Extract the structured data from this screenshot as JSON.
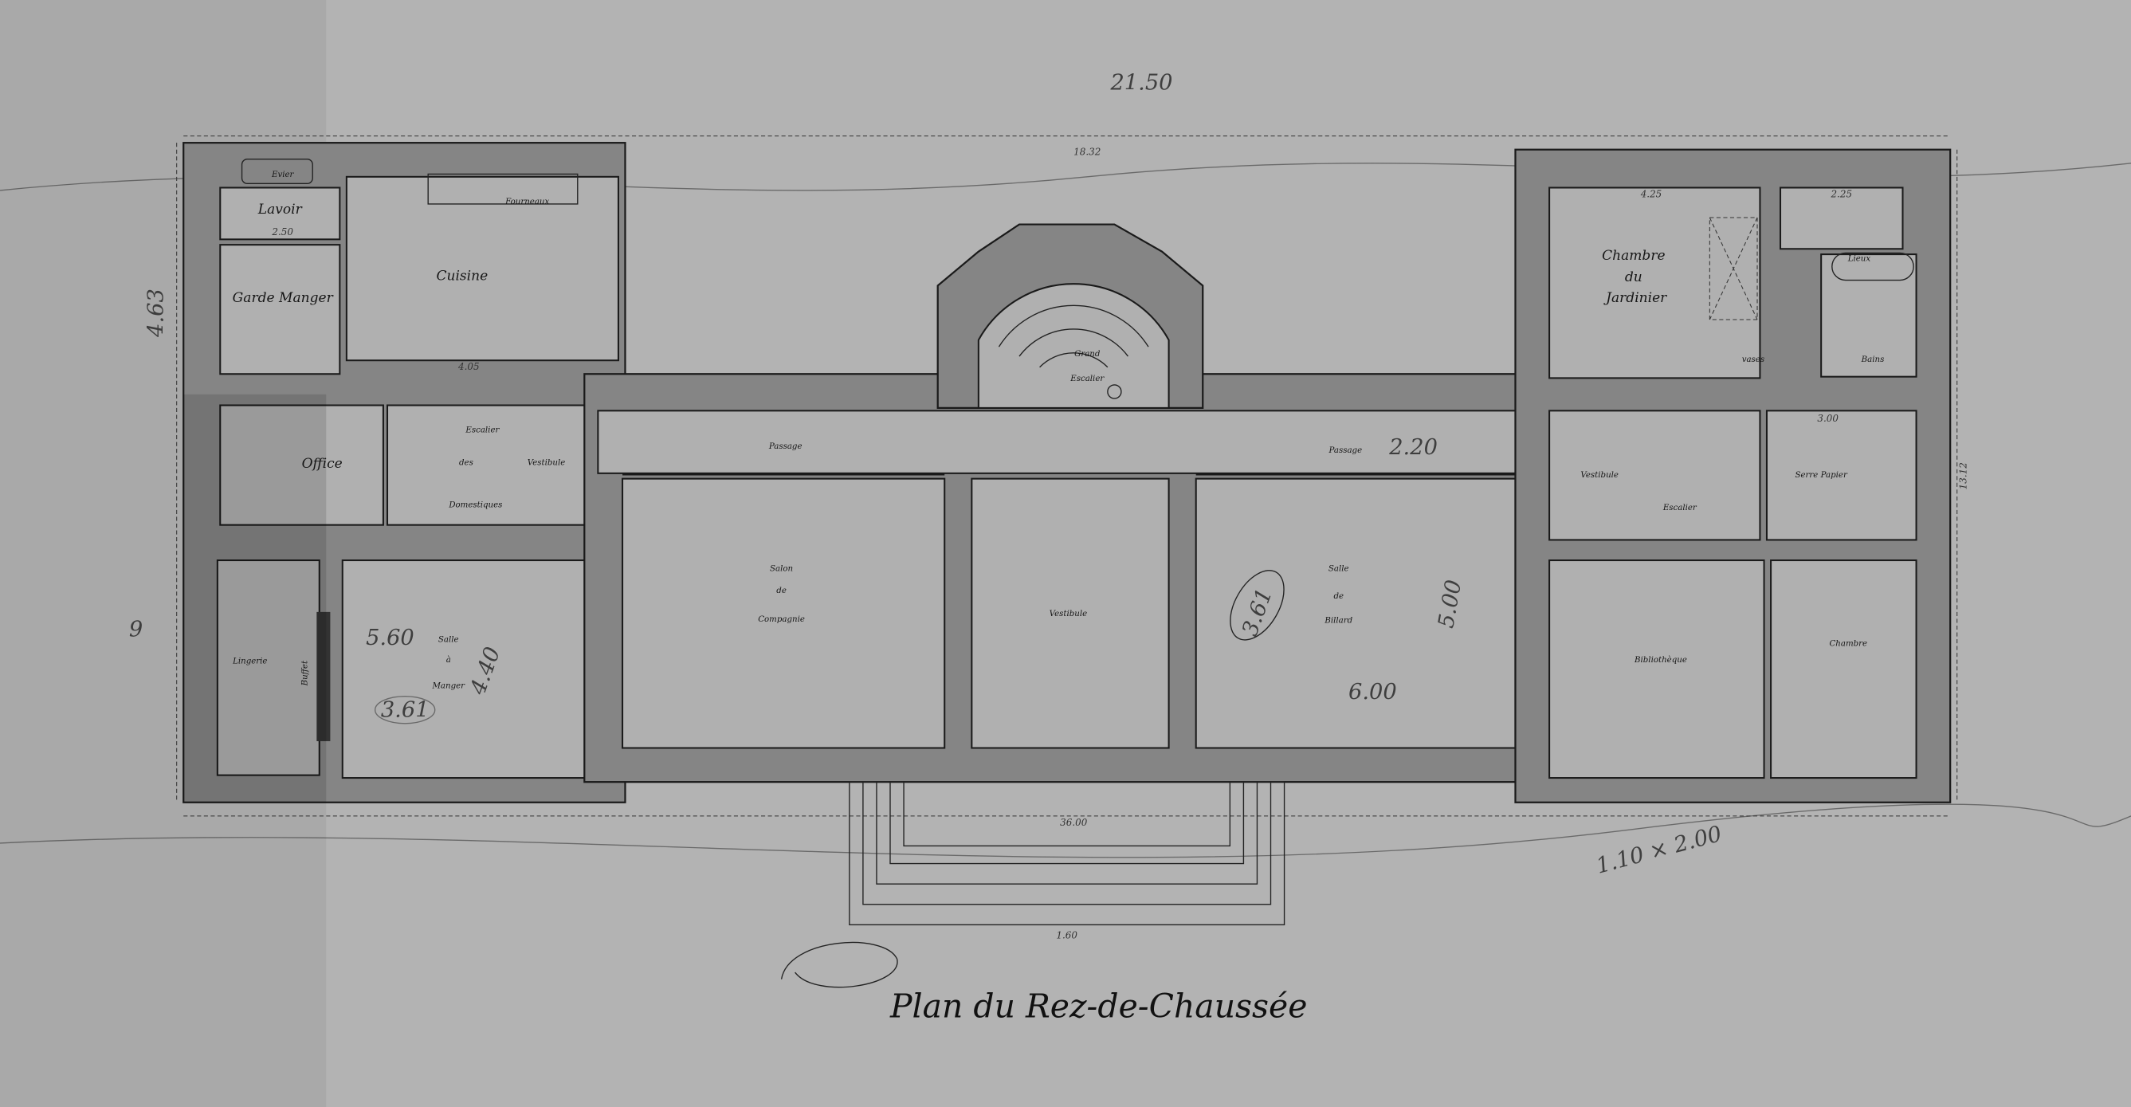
{
  "title": "Plan du Rez-de-Chaussée",
  "rooms": {
    "evier": "Evier",
    "lavoir": "Lavoir",
    "fourneaux": "Fourneaux",
    "garde_manger": "Garde Manger",
    "cuisine": "Cuisine",
    "office": "Office",
    "escalier_domestiques": [
      "Escalier",
      "des",
      "Domestiques"
    ],
    "vestibule_service": "Vestibule",
    "passage_left": "Passage",
    "passage_right": "Passage",
    "grand_escalier": [
      "Grand",
      "Escalier"
    ],
    "salon": [
      "Salon",
      "de",
      "Compagnie"
    ],
    "vestibule_central": "Vestibule",
    "billard": [
      "Salle",
      "de",
      "Billard"
    ],
    "chambre_jardinier": [
      "Chambre",
      "du",
      "Jardinier"
    ],
    "lieux": "Lieux",
    "bains": "Bains",
    "vases": "vases",
    "vestibule_right": "Vestibule",
    "escalier_right": "Escalier",
    "serre_papier": "Serre Papier",
    "bibliotheque": "Bibliothèque",
    "chambre": "Chambre",
    "lingerie": "Lingerie",
    "buffet": "Buffet",
    "salle_a_manger": [
      "Salle",
      "à",
      "Manger"
    ]
  },
  "dimensions": {
    "overall_width": "18.32",
    "steps_width": "36.00",
    "steps_depth": "1.60",
    "lavoir_width": "2.50",
    "cuisine_width": "4.05",
    "jardinier_width": "4.25",
    "lieux_width": "2.25",
    "serre_width": "3.00",
    "right_height": "13.12"
  },
  "pencil_notes": {
    "top": "21.50",
    "left_side": "4.63",
    "left_side_2": "9",
    "salle_width": "5.60",
    "salle_depth": "4.40",
    "salle_oval": "3.61",
    "billard_oval": "3.61",
    "billard_depth": "5.00",
    "billard_width": "6.00",
    "passage_mark": "2.20",
    "bottom_right": "1.10 × 2.00"
  }
}
